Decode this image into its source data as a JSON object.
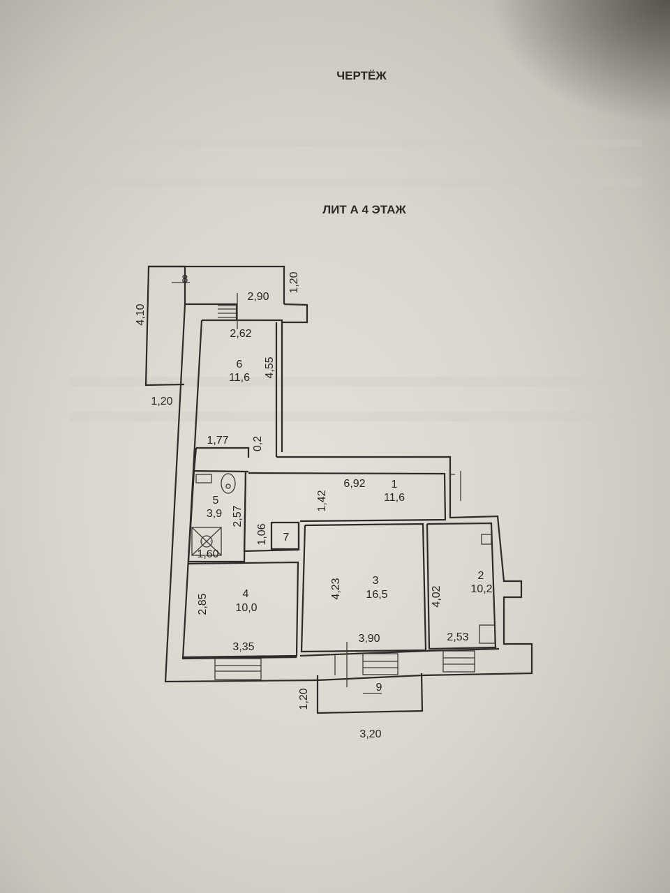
{
  "document": {
    "title": "ЧЕРТЁЖ",
    "subtitle": "ЛИТ А 4 ЭТАЖ"
  },
  "rooms": [
    {
      "number": "1",
      "area": "11,6"
    },
    {
      "number": "2",
      "area": "10,2"
    },
    {
      "number": "3",
      "area": "16,5"
    },
    {
      "number": "4",
      "area": "10,0"
    },
    {
      "number": "5",
      "area": "3,9"
    },
    {
      "number": "6",
      "area": "11,6"
    },
    {
      "number": "7"
    },
    {
      "number": "8"
    },
    {
      "number": "9"
    }
  ],
  "dimensions": {
    "balcony8_height": "4,10",
    "balcony8_width": "2,90",
    "balcony8_depth": "1,20",
    "balcony8_bottom": "1,20",
    "room6_width": "2,62",
    "room6_length": "4,55",
    "hall_width": "1,77",
    "hall_step": "0,2",
    "room1_length": "6,92",
    "room1_width": "1,42",
    "room5_length": "2,57",
    "room5_width": "1,60",
    "room7_width": "1,06",
    "room4_height": "2,85",
    "room4_width": "3,35",
    "room3_height": "4,23",
    "room3_width": "3,90",
    "room2_height": "4,02",
    "room2_width": "2,53",
    "balcony9_depth": "1,20",
    "balcony9_width": "3,20"
  }
}
